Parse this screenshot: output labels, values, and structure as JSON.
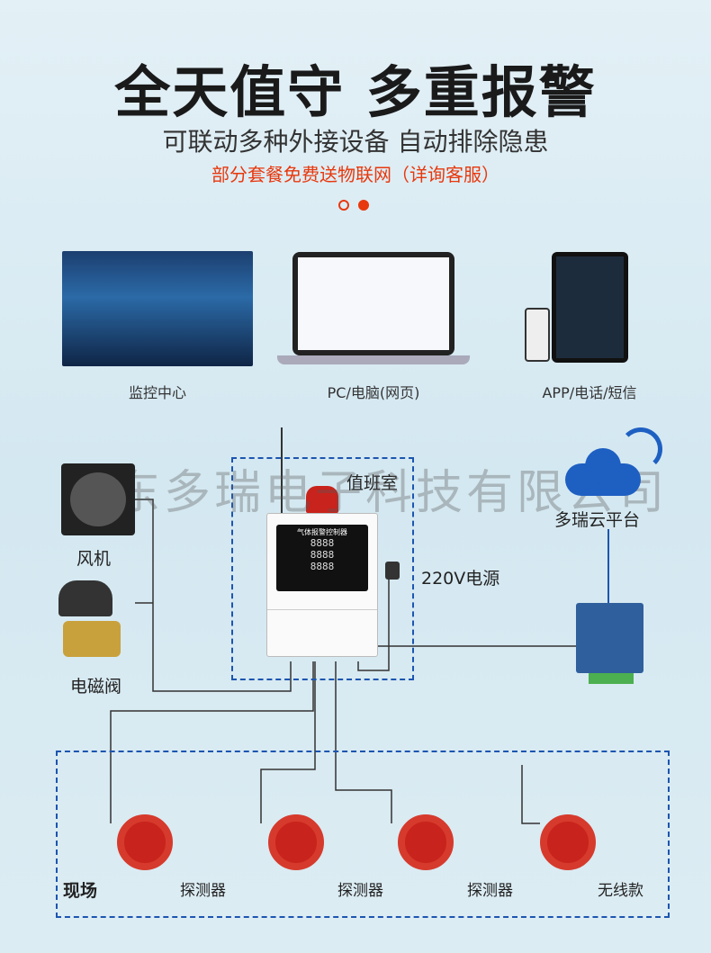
{
  "header": {
    "title": "全天值守 多重报警",
    "subtitle": "可联动多种外接设备 自动排除隐患",
    "promo": "部分套餐免费送物联网（详询客服）"
  },
  "terminals": [
    {
      "label": "监控中心"
    },
    {
      "label": "PC/电脑(网页)"
    },
    {
      "label": "APP/电话/短信"
    }
  ],
  "diagram": {
    "watermark": "山东多瑞电子科技有限公司",
    "duty_room": "值班室",
    "controller_title": "气体报警控制器",
    "controller_digits": "8888",
    "power": "220V电源",
    "cloud": "多瑞云平台",
    "fan": "风机",
    "valve": "电磁阀",
    "field": "现场",
    "detectors": [
      {
        "label": "探测器"
      },
      {
        "label": "探测器"
      },
      {
        "label": "探测器"
      },
      {
        "label": "无线款"
      }
    ]
  },
  "colors": {
    "accent": "#e8380d",
    "line": "#1c55b0"
  }
}
